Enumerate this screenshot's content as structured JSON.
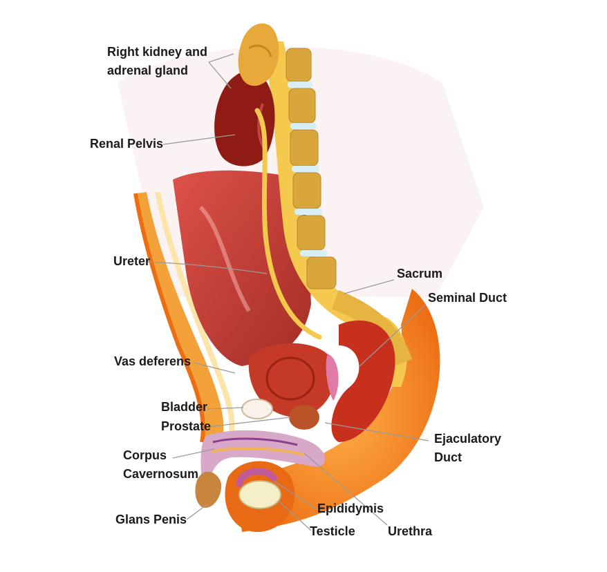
{
  "labels": {
    "right_kidney_line1": "Right kidney and",
    "right_kidney_line2": "adrenal gland",
    "renal_pelvis": "Renal Pelvis",
    "ureter": "Ureter",
    "sacrum": "Sacrum",
    "seminal_duct": "Seminal Duct",
    "vas_deferens": "Vas deferens",
    "bladder": "Bladder",
    "prostate": "Prostate",
    "corpus_line1": "Corpus",
    "corpus_line2": "Cavernosum",
    "ejaculatory_line1": "Ejaculatory",
    "ejaculatory_line2": "Duct",
    "glans_penis": "Glans Penis",
    "epididymis": "Epididymis",
    "testicle": "Testicle",
    "urethra": "Urethra"
  },
  "colors": {
    "skin_outer": "#f0821e",
    "tissue_red": "#b8261a",
    "kidney": "#8e1c14",
    "adrenal": "#e8a83a",
    "ureter": "#f2c94c",
    "vertebra": "#e9c65a",
    "disc": "#d8eef5",
    "leader": "#9a9a9a"
  }
}
